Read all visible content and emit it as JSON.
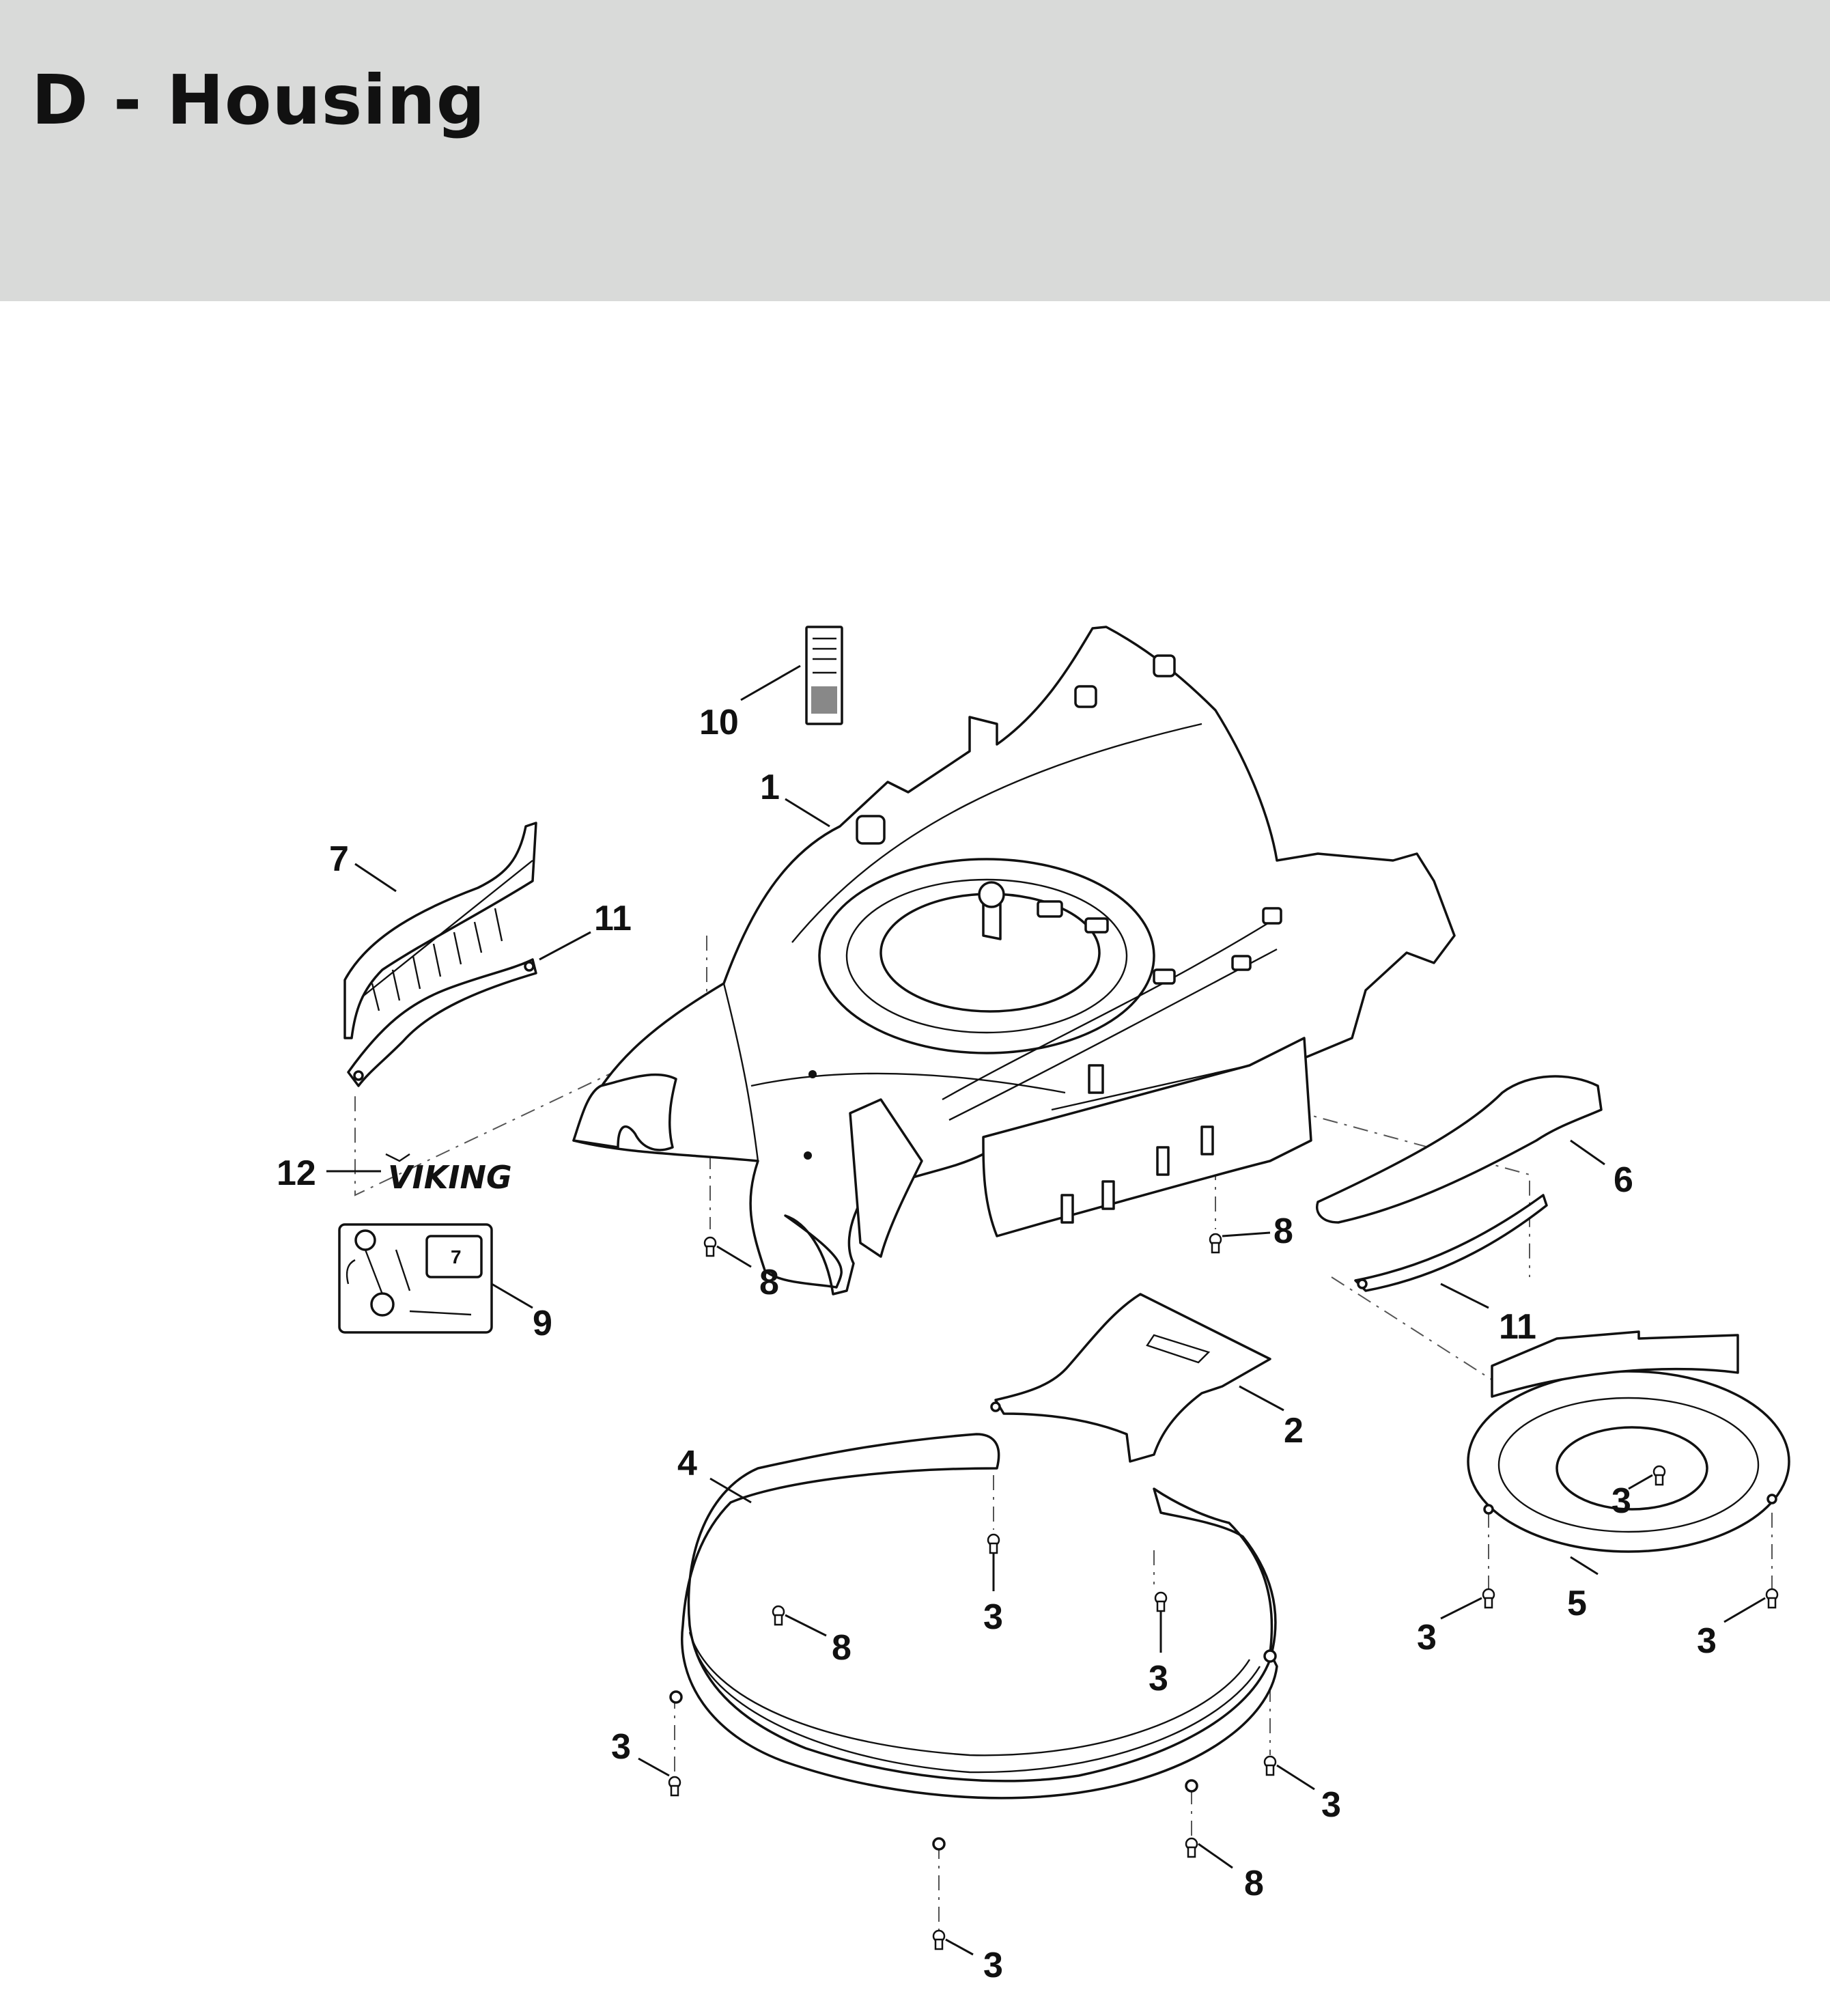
{
  "header": {
    "title": "D - Housing"
  },
  "brand_logo_text": "VIKING",
  "sticker_label_text": "7",
  "callouts": {
    "c1": "1",
    "c2": "2",
    "c3": "3",
    "c4": "4",
    "c5": "5",
    "c6": "6",
    "c7": "7",
    "c8": "8",
    "c9": "9",
    "c10": "10",
    "c11": "11",
    "c12": "12"
  }
}
